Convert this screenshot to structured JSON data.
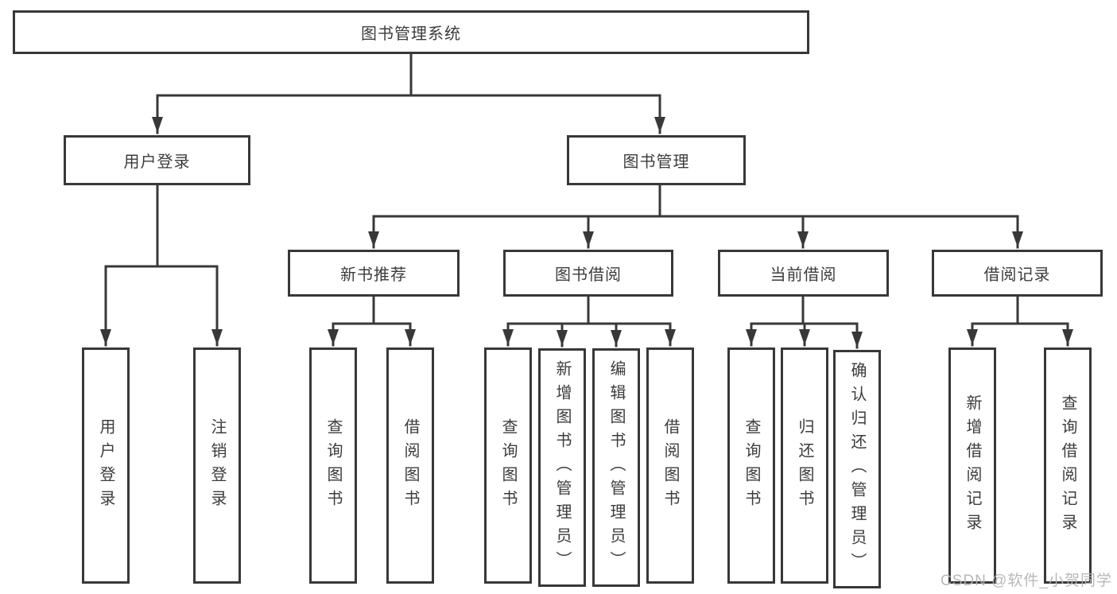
{
  "diagram": {
    "root": {
      "label": "图书管理系统"
    },
    "branches": {
      "user_login": {
        "label": "用户登录"
      },
      "book_mgmt": {
        "label": "图书管理"
      }
    },
    "user_login_children": [
      {
        "label": "用户登录"
      },
      {
        "label": "注销登录"
      }
    ],
    "book_mgmt_children": [
      {
        "label": "新书推荐"
      },
      {
        "label": "图书借阅"
      },
      {
        "label": "当前借阅"
      },
      {
        "label": "借阅记录"
      }
    ],
    "new_book_leaves": [
      {
        "label": "查询图书"
      },
      {
        "label": "借阅图书"
      }
    ],
    "borrow_leaves": [
      {
        "label": "查询图书"
      },
      {
        "label": "新增图书（管理员）"
      },
      {
        "label": "编辑图书（管理员）"
      },
      {
        "label": "借阅图书"
      }
    ],
    "current_leaves": [
      {
        "label": "查询图书"
      },
      {
        "label": "归还图书"
      },
      {
        "label": "确认归还（管理员）"
      }
    ],
    "record_leaves": [
      {
        "label": "新增借阅记录"
      },
      {
        "label": "查询借阅记录"
      }
    ]
  },
  "watermark": {
    "text": "CSDN @软件_小贺同学"
  },
  "colors": {
    "line": "#383838",
    "box_border": "#383838",
    "text": "#3c3c3c",
    "background": "#ffffff",
    "watermark": "#b2b2b2"
  }
}
